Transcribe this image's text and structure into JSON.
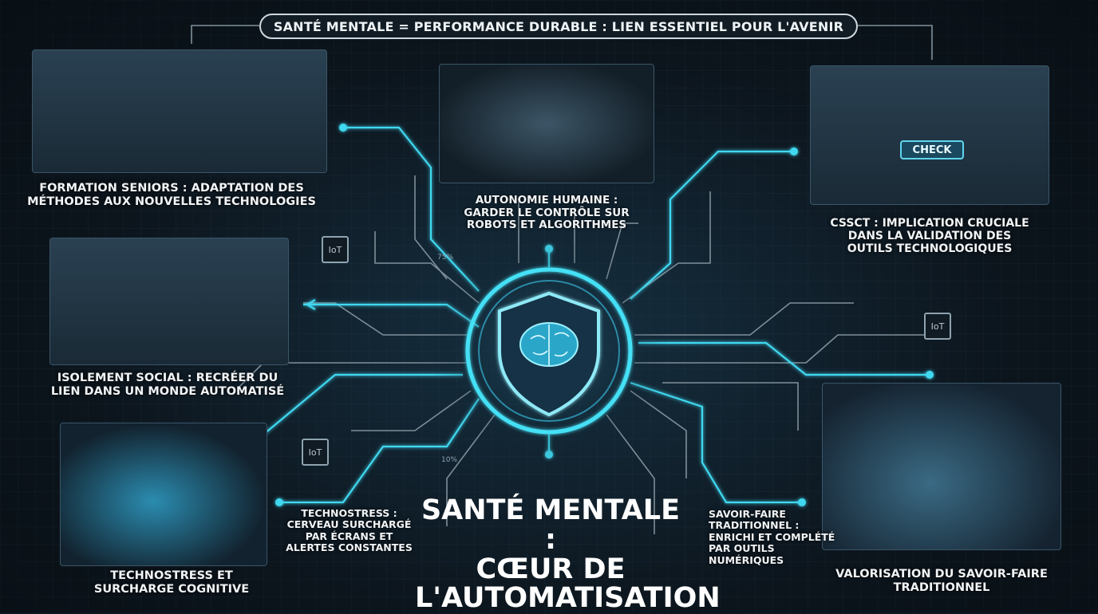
{
  "header": {
    "title": "SANTÉ MENTALE = PERFORMANCE DURABLE : LIEN ESSENTIEL POUR L'AVENIR"
  },
  "center": {
    "title_lines": [
      "SANTÉ MENTALE :",
      "CŒUR DE",
      "L'AUTOMATISATION"
    ],
    "icon": "shield-brain-icon"
  },
  "sections": {
    "formation": {
      "lines": [
        "FORMATION SENIORS : ADAPTATION DES",
        "MÉTHODES AUX NOUVELLES TECHNOLOGIES"
      ]
    },
    "isolement": {
      "lines": [
        "ISOLEMENT SOCIAL : RECRÉER DU",
        "LIEN DANS UN MONDE AUTOMATISÉ"
      ]
    },
    "technostress_main": {
      "lines": [
        "TECHNOSTRESS ET",
        "SURCHARGE COGNITIVE"
      ]
    },
    "technostress_detail": {
      "lines": [
        "TECHNOSTRESS :",
        "CERVEAU SURCHARGÉ",
        "PAR ÉCRANS ET",
        "ALERTES CONSTANTES"
      ]
    },
    "autonomie": {
      "lines": [
        "AUTONOMIE HUMAINE :",
        "GARDER LE CONTRÔLE SUR",
        "ROBOTS ET ALGORITHMES"
      ]
    },
    "cssct": {
      "lines": [
        "CSSCT : IMPLICATION CRUCIALE",
        "DANS LA VALIDATION DES",
        "OUTILS TECHNOLOGIQUES"
      ],
      "badge": "CHECK"
    },
    "savoir_detail": {
      "lines": [
        "SAVOIR-FAIRE",
        "TRADITIONNEL :",
        "ENRICHI ET COMPLÉTÉ",
        "PAR OUTILS",
        "NUMÉRIQUES"
      ]
    },
    "savoir_main": {
      "lines": [
        "VALORISATION DU SAVOIR-FAIRE",
        "TRADITIONNEL"
      ]
    }
  },
  "chips": {
    "iot": "IoT"
  },
  "small_readouts": [
    "75%",
    "10%"
  ],
  "colors": {
    "background": "#0d161e",
    "accent": "#3fd8f0",
    "text": "#f1f4f6"
  }
}
